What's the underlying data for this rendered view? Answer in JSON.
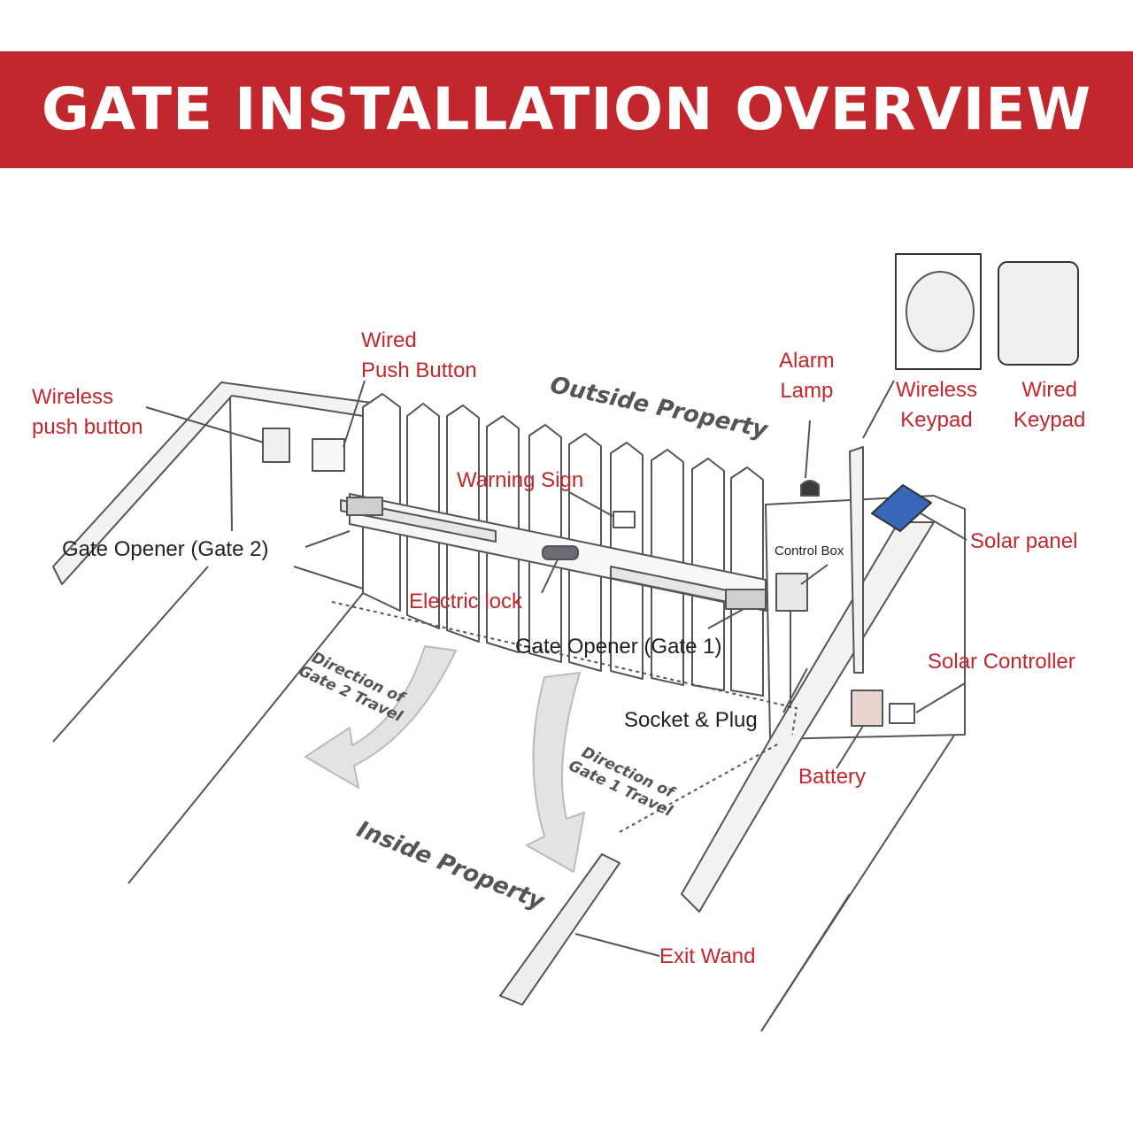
{
  "header": {
    "title": "GATE INSTALLATION OVERVIEW"
  },
  "colors": {
    "banner": "#c1272d",
    "label_red": "#c1272d",
    "label_black": "#222222",
    "line": "#555555"
  },
  "areas": {
    "outside": "Outside Property",
    "inside": "Inside Property"
  },
  "labels": {
    "wireless_push_button": [
      "Wireless",
      "push button"
    ],
    "wired_push_button": [
      "Wired",
      "Push Button"
    ],
    "warning_sign": "Warning Sign",
    "alarm_lamp": [
      "Alarm",
      "Lamp"
    ],
    "wireless_keypad": [
      "Wireless",
      "Keypad"
    ],
    "wired_keypad": [
      "Wired",
      "Keypad"
    ],
    "solar_panel": "Solar panel",
    "control_box": "Control Box",
    "gate_opener_2": "Gate Opener (Gate 2)",
    "electric_lock": "Electric lock",
    "gate_opener_1": "Gate Opener (Gate 1)",
    "solar_controller": "Solar Controller",
    "socket_plug": "Socket & Plug",
    "battery": "Battery",
    "exit_wand": "Exit Wand"
  },
  "directions": {
    "gate2": [
      "Direction of",
      "Gate 2 Travel"
    ],
    "gate1": [
      "Direction of",
      "Gate 1 Travel"
    ]
  }
}
